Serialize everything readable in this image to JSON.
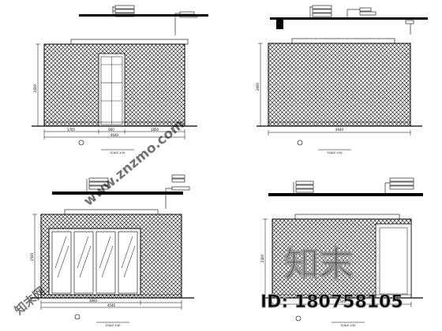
{
  "colors": {
    "line": "#000000",
    "paper": "#ffffff",
    "watermark": "#cfcfcf"
  },
  "watermark": {
    "site": "www.znzmo.com",
    "brand": "知末",
    "corner_chars": "知末网",
    "id_label": "ID: 180758105"
  },
  "scale_label": "SCALE 1:50",
  "elevations": {
    "tl": {
      "height": "2600",
      "left_seg": "1765",
      "mid_seg": "800",
      "right_seg": "1850",
      "overall": "4640"
    },
    "tr": {
      "height": "2600",
      "overall": "4640"
    },
    "bl": {
      "height": "2500",
      "mid_seg": "3660",
      "overall": "4540"
    },
    "br": {
      "height": "2400",
      "overall": "4540"
    }
  }
}
